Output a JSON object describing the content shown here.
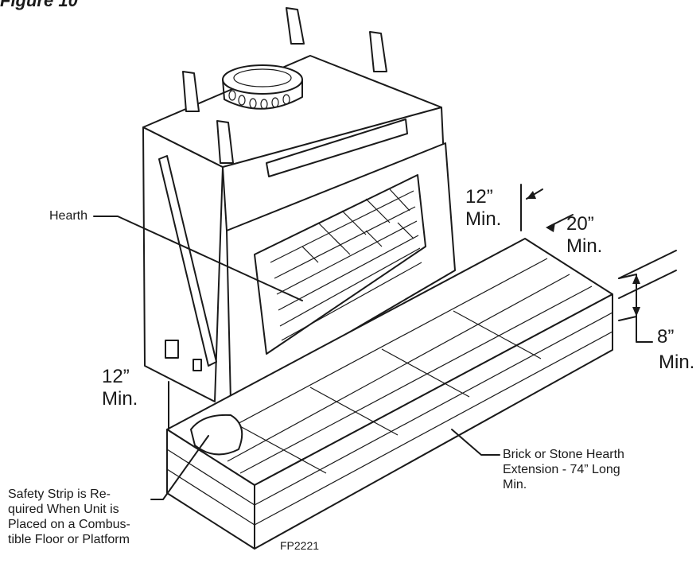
{
  "figure": {
    "title": "Figure 10",
    "code": "FP2221"
  },
  "labels": {
    "hearth": "Hearth",
    "side_clearance": "12”\nMin.",
    "top_clearance": "12”\nMin.",
    "front_extension": "20”\nMin.",
    "height_value": "8”",
    "height_min": "Min.",
    "safety_strip": "Safety Strip is Re-\nquired When Unit is\nPlaced on a Combus-\ntible Floor or Platform",
    "hearth_extension": "Brick or Stone Hearth\nExtension - 74” Long\nMin."
  },
  "colors": {
    "line": "#1a1a1a",
    "background": "#ffffff"
  }
}
